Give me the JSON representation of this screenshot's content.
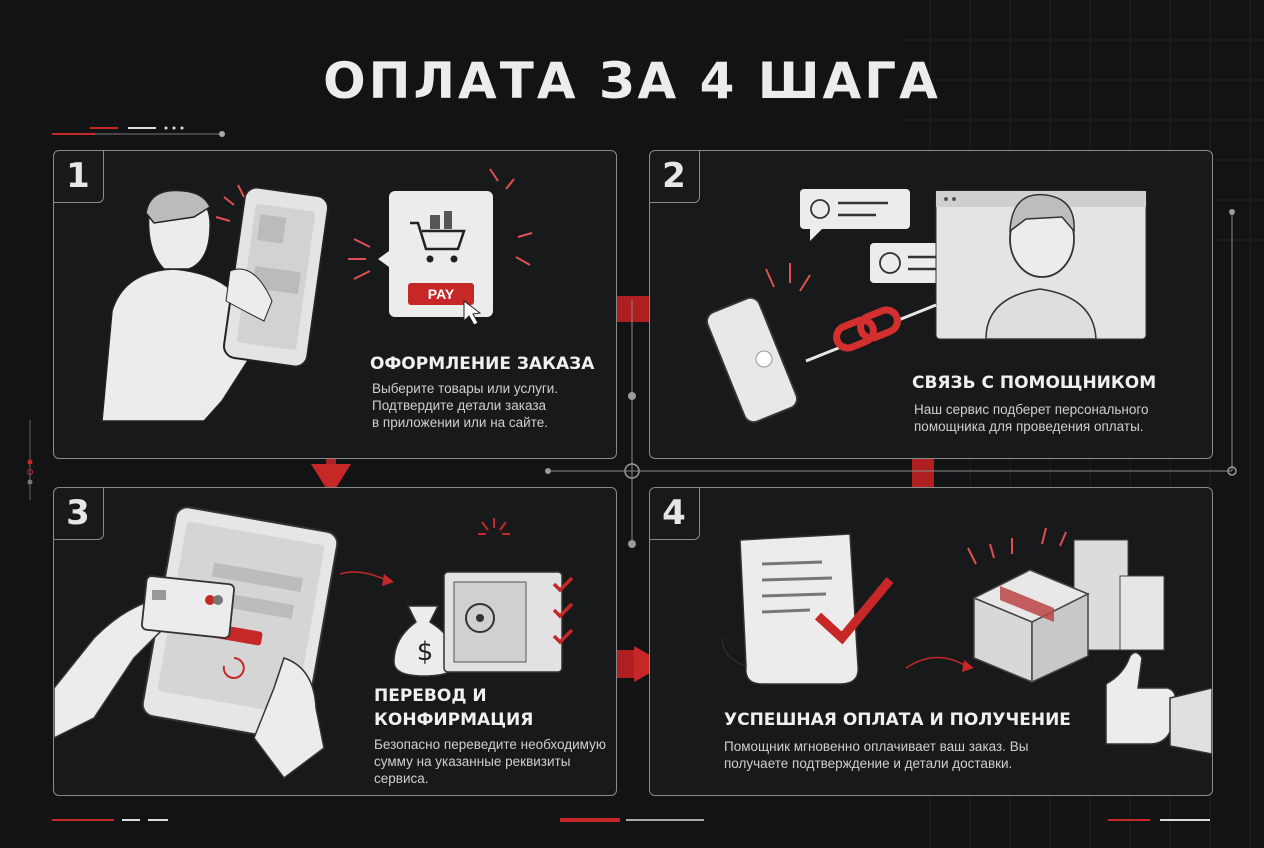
{
  "title": "ОПЛАТА ЗА 4 ШАГА",
  "steps": [
    {
      "number": "1",
      "title": "ОФОРМЛЕНИЕ ЗАКАЗА",
      "text": [
        "Выберите товары или услуги.",
        "Подтвердите детали заказа",
        "в приложении или на сайте."
      ]
    },
    {
      "number": "2",
      "title": "СВЯЗЬ С ПОМОЩНИКОМ",
      "text": [
        "Наш сервис подберет персонального",
        "помощника для проведения оплаты."
      ]
    },
    {
      "number": "3",
      "title": [
        "ПЕРЕВОД И",
        "КОНФИРМАЦИЯ"
      ],
      "text": [
        "Безопасно переведите необходимую",
        "сумму на указанные реквизиты",
        "сервиса."
      ]
    },
    {
      "number": "4",
      "title": "УСПЕШНАЯ ОПЛАТА И ПОЛУЧЕНИЕ",
      "text": [
        "Помощник мгновенно оплачивает ваш заказ. Вы",
        "получаете подтверждение и детали доставки."
      ]
    }
  ],
  "labels": {
    "pay_button": "PAY",
    "dollar_sign": "$"
  },
  "colors": {
    "background": "#121315",
    "accent_red": "#c62828",
    "line_gray": "#8a8a8a",
    "text_light": "#ececec"
  },
  "icons": [
    "shopping-cart-icon",
    "cursor-icon",
    "chat-bubble-icon",
    "user-icon",
    "chain-link-icon",
    "money-bag-icon",
    "safe-icon",
    "checkmark-icon",
    "box-icon",
    "thumbs-up-icon",
    "receipt-icon",
    "building-icon",
    "smartphone-icon",
    "tablet-icon",
    "credit-card-icon"
  ]
}
